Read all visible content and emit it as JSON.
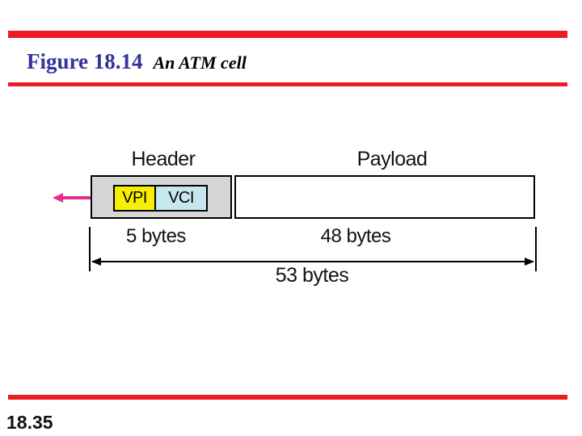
{
  "slide": {
    "figure_label": "Figure 18.14",
    "figure_caption": "An ATM cell",
    "slide_number": "18.35"
  },
  "diagram": {
    "header_label": "Header",
    "payload_label": "Payload",
    "vpi_label": "VPI",
    "vci_label": "VCI",
    "header_size": "5 bytes",
    "payload_size": "48 bytes",
    "total_size": "53 bytes"
  },
  "colors": {
    "accent_red": "#ed1c24",
    "title_blue": "#333399",
    "header_gray": "#d6d6d6",
    "vpi_yellow": "#f7ef00",
    "vci_blue": "#c8e6f0",
    "arrow_magenta": "#e62e8f"
  }
}
